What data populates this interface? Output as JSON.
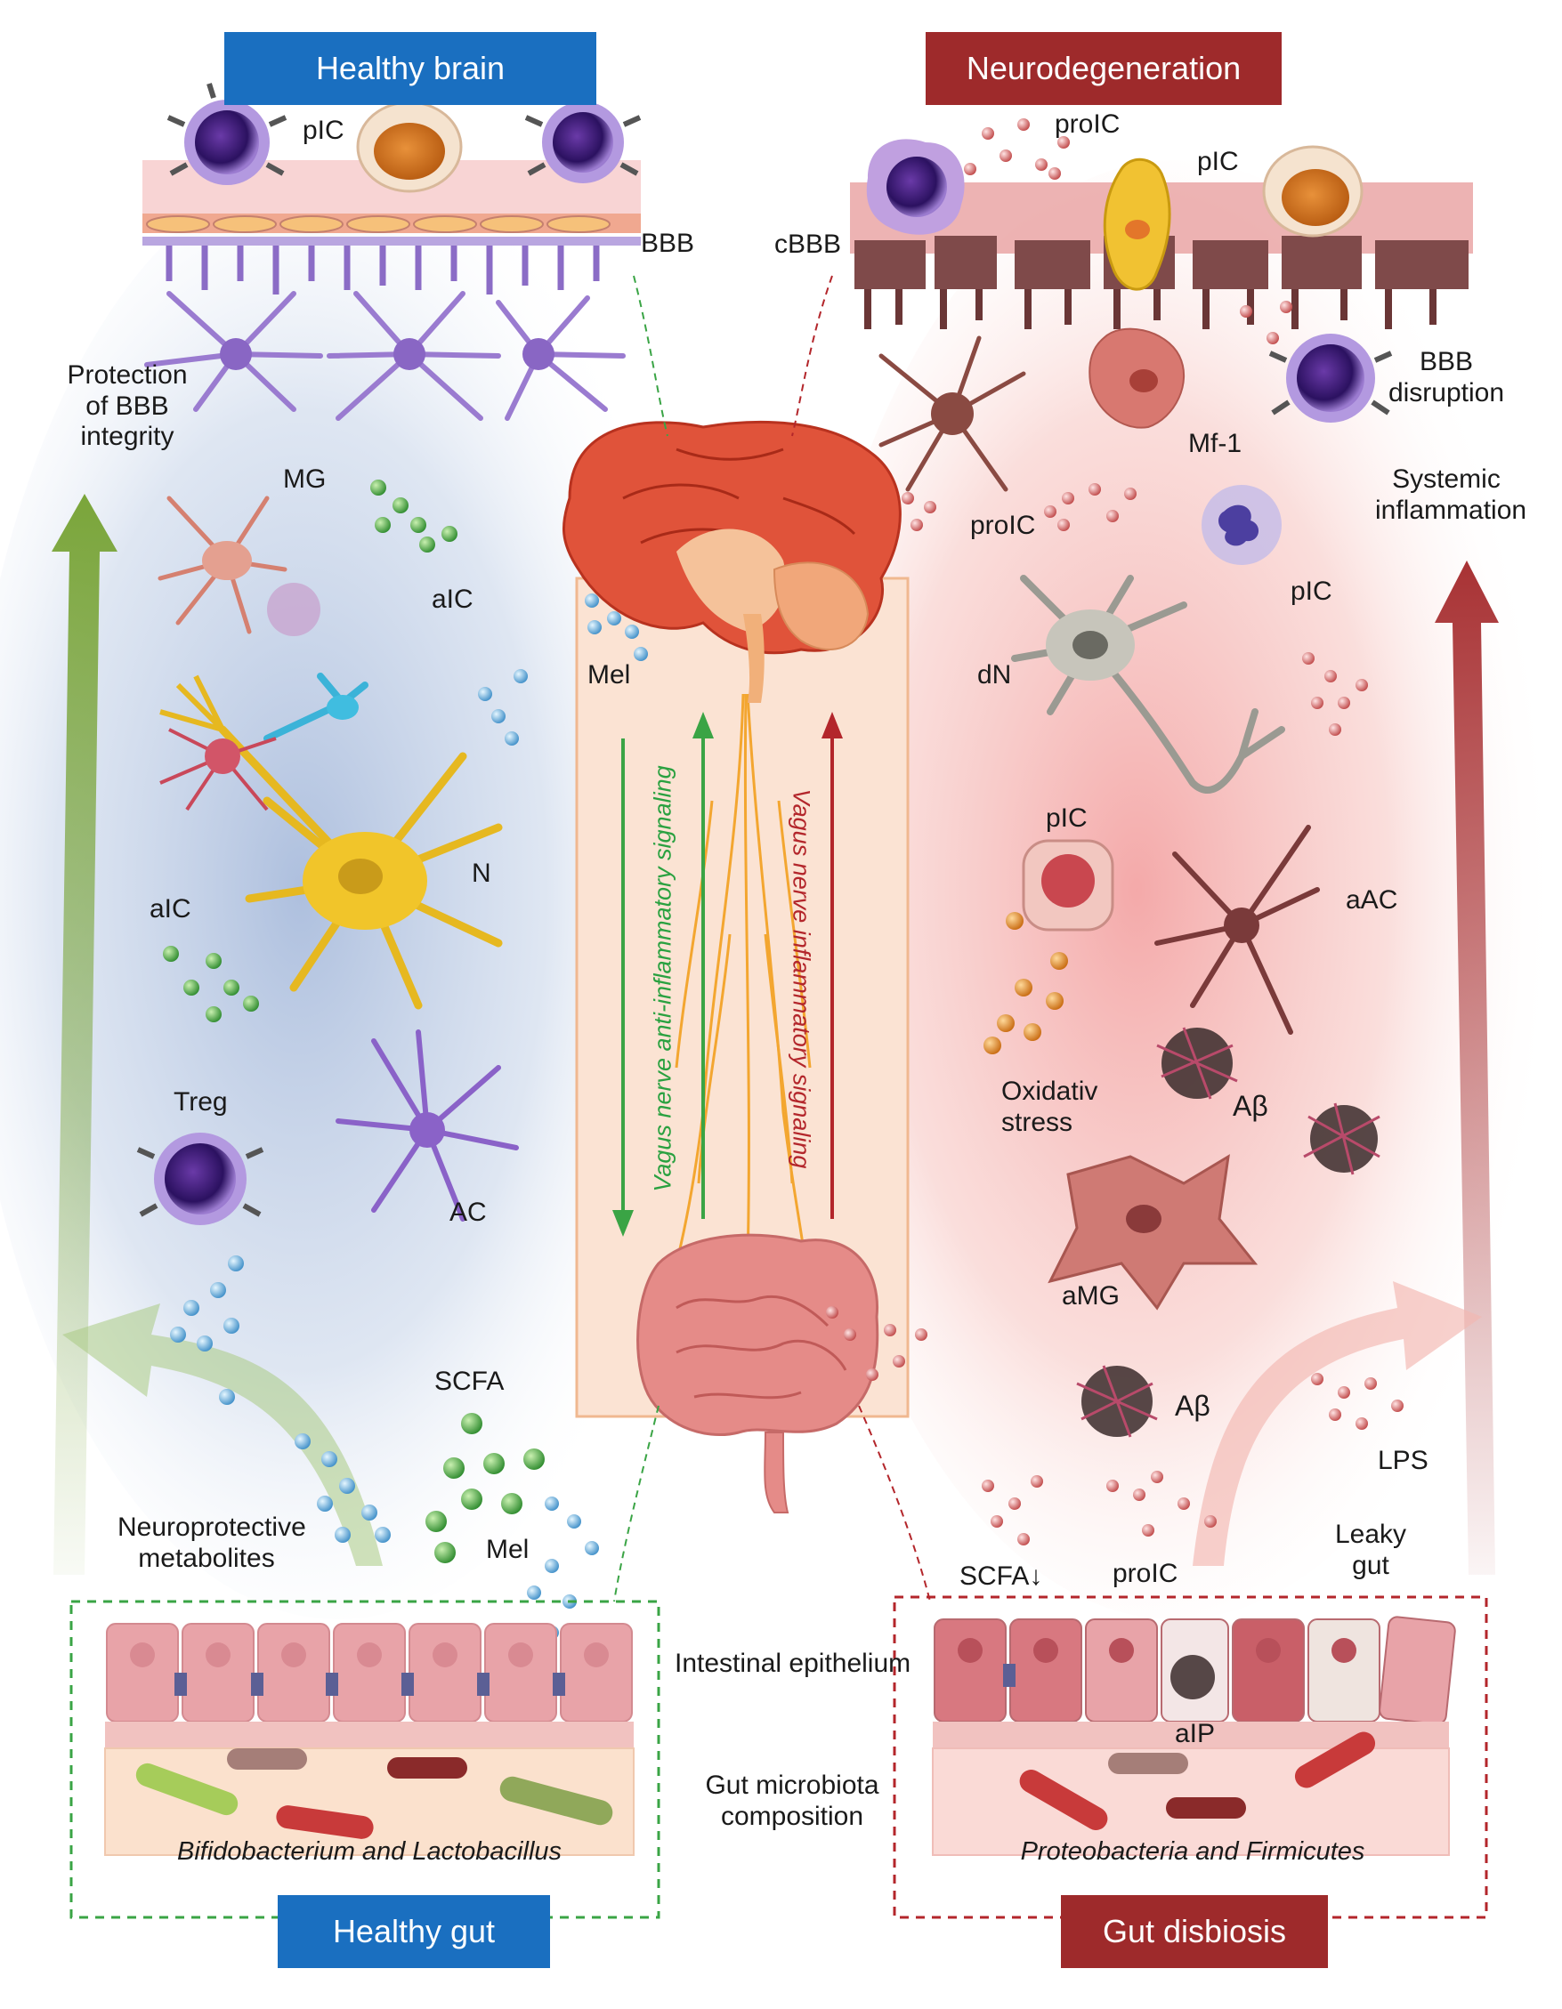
{
  "headers": {
    "healthy_brain": "Healthy brain",
    "neurodegeneration": "Neurodegeneration",
    "healthy_gut": "Healthy gut",
    "gut_disbiosis": "Gut disbiosis"
  },
  "left_labels": {
    "pic_top": "pIC",
    "bbb": "BBB",
    "protection": "Protection\nof BBB\nintegrity",
    "mg": "MG",
    "aic_1": "aIC",
    "n": "N",
    "aic_2": "aIC",
    "treg": "Treg",
    "ac": "AC",
    "scfa": "SCFA",
    "neuroprotective": "Neuroprotective\nmetabolites",
    "mel_low": "Mel",
    "bacteria": "Bifidobacterium and Lactobacillus"
  },
  "center_labels": {
    "mel": "Mel",
    "vagus_anti": "Vagus nerve anti-inflammatory signaling",
    "vagus_inflam": "Vagus nerve inflammatory signaling",
    "intestinal_epithelium": "Intestinal epithelium",
    "gut_microbiota": "Gut microbiota\ncomposition"
  },
  "right_labels": {
    "proic_top": "proIC",
    "pic_top": "pIC",
    "cbbb": "cBBB",
    "bbb_disruption": "BBB\ndisruption",
    "mf1": "Mf-1",
    "systemic": "Systemic\ninflammation",
    "proic_mid": "proIC",
    "pic_mid": "pIC",
    "dn": "dN",
    "pic_low": "pIC",
    "aac": "aAC",
    "oxidative": "Oxidativ\nstress",
    "abeta_1": "Aβ",
    "amg": "aMG",
    "abeta_2": "Aβ",
    "lps": "LPS",
    "leaky": "Leaky\ngut",
    "scfa_down": "SCFA↓",
    "proic_low": "proIC",
    "aip": "aIP",
    "bacteria": "Proteobacteria and Firmicutes"
  },
  "colors": {
    "header_blue": "#1a6fc0",
    "header_red": "#9e2a2b",
    "healthy_arrow": "#7aa53a",
    "disease_arrow": "#a83234",
    "anti_text": "#2aa140",
    "inflam_text": "#b3262b",
    "left_glow": "#a9bcdd",
    "right_glow": "#f3a5a5"
  }
}
